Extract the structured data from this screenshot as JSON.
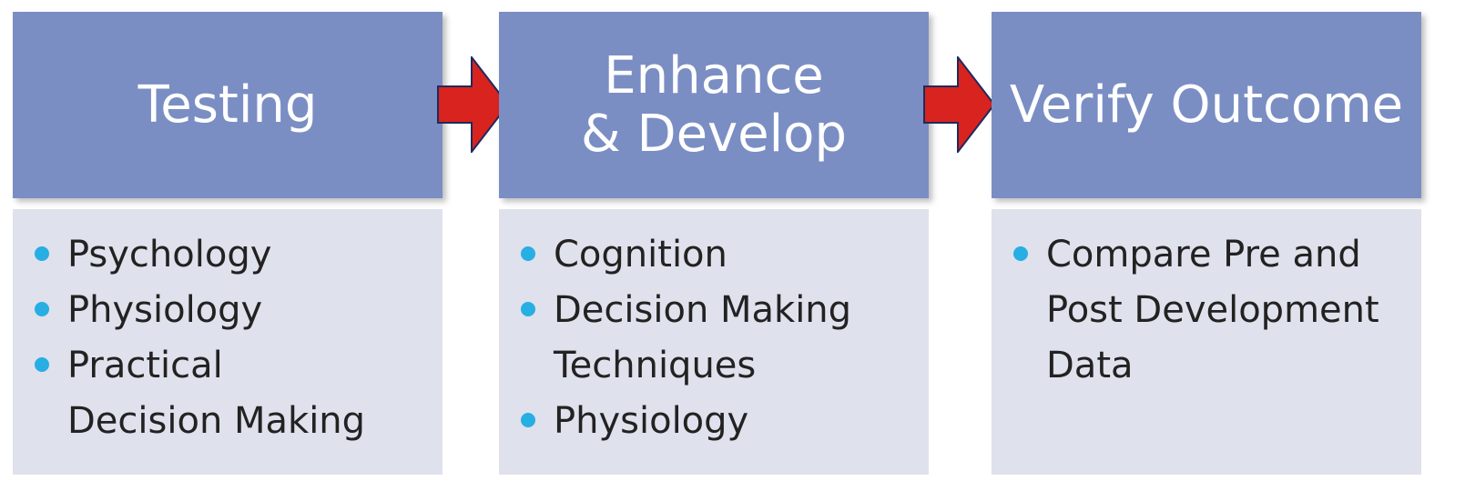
{
  "stages": [
    {
      "title": "Testing",
      "items": [
        "Psychology",
        "Physiology",
        "Practical Decision Making"
      ]
    },
    {
      "title": "Enhance & Develop",
      "items": [
        "Cognition",
        "Decision Making Techniques",
        "Physiology"
      ]
    },
    {
      "title": "Verify Outcome",
      "items": [
        "Compare Pre and Post Development Data"
      ]
    }
  ],
  "colors": {
    "header": "#7a8ec4",
    "body": "#dfe1ec",
    "bullet": "#27aee3",
    "arrow": "#d8231f",
    "arrow_outline": "#1f2a5c"
  },
  "icons": {
    "arrow": "right-arrow-icon",
    "bullet": "bullet-dot-icon"
  }
}
